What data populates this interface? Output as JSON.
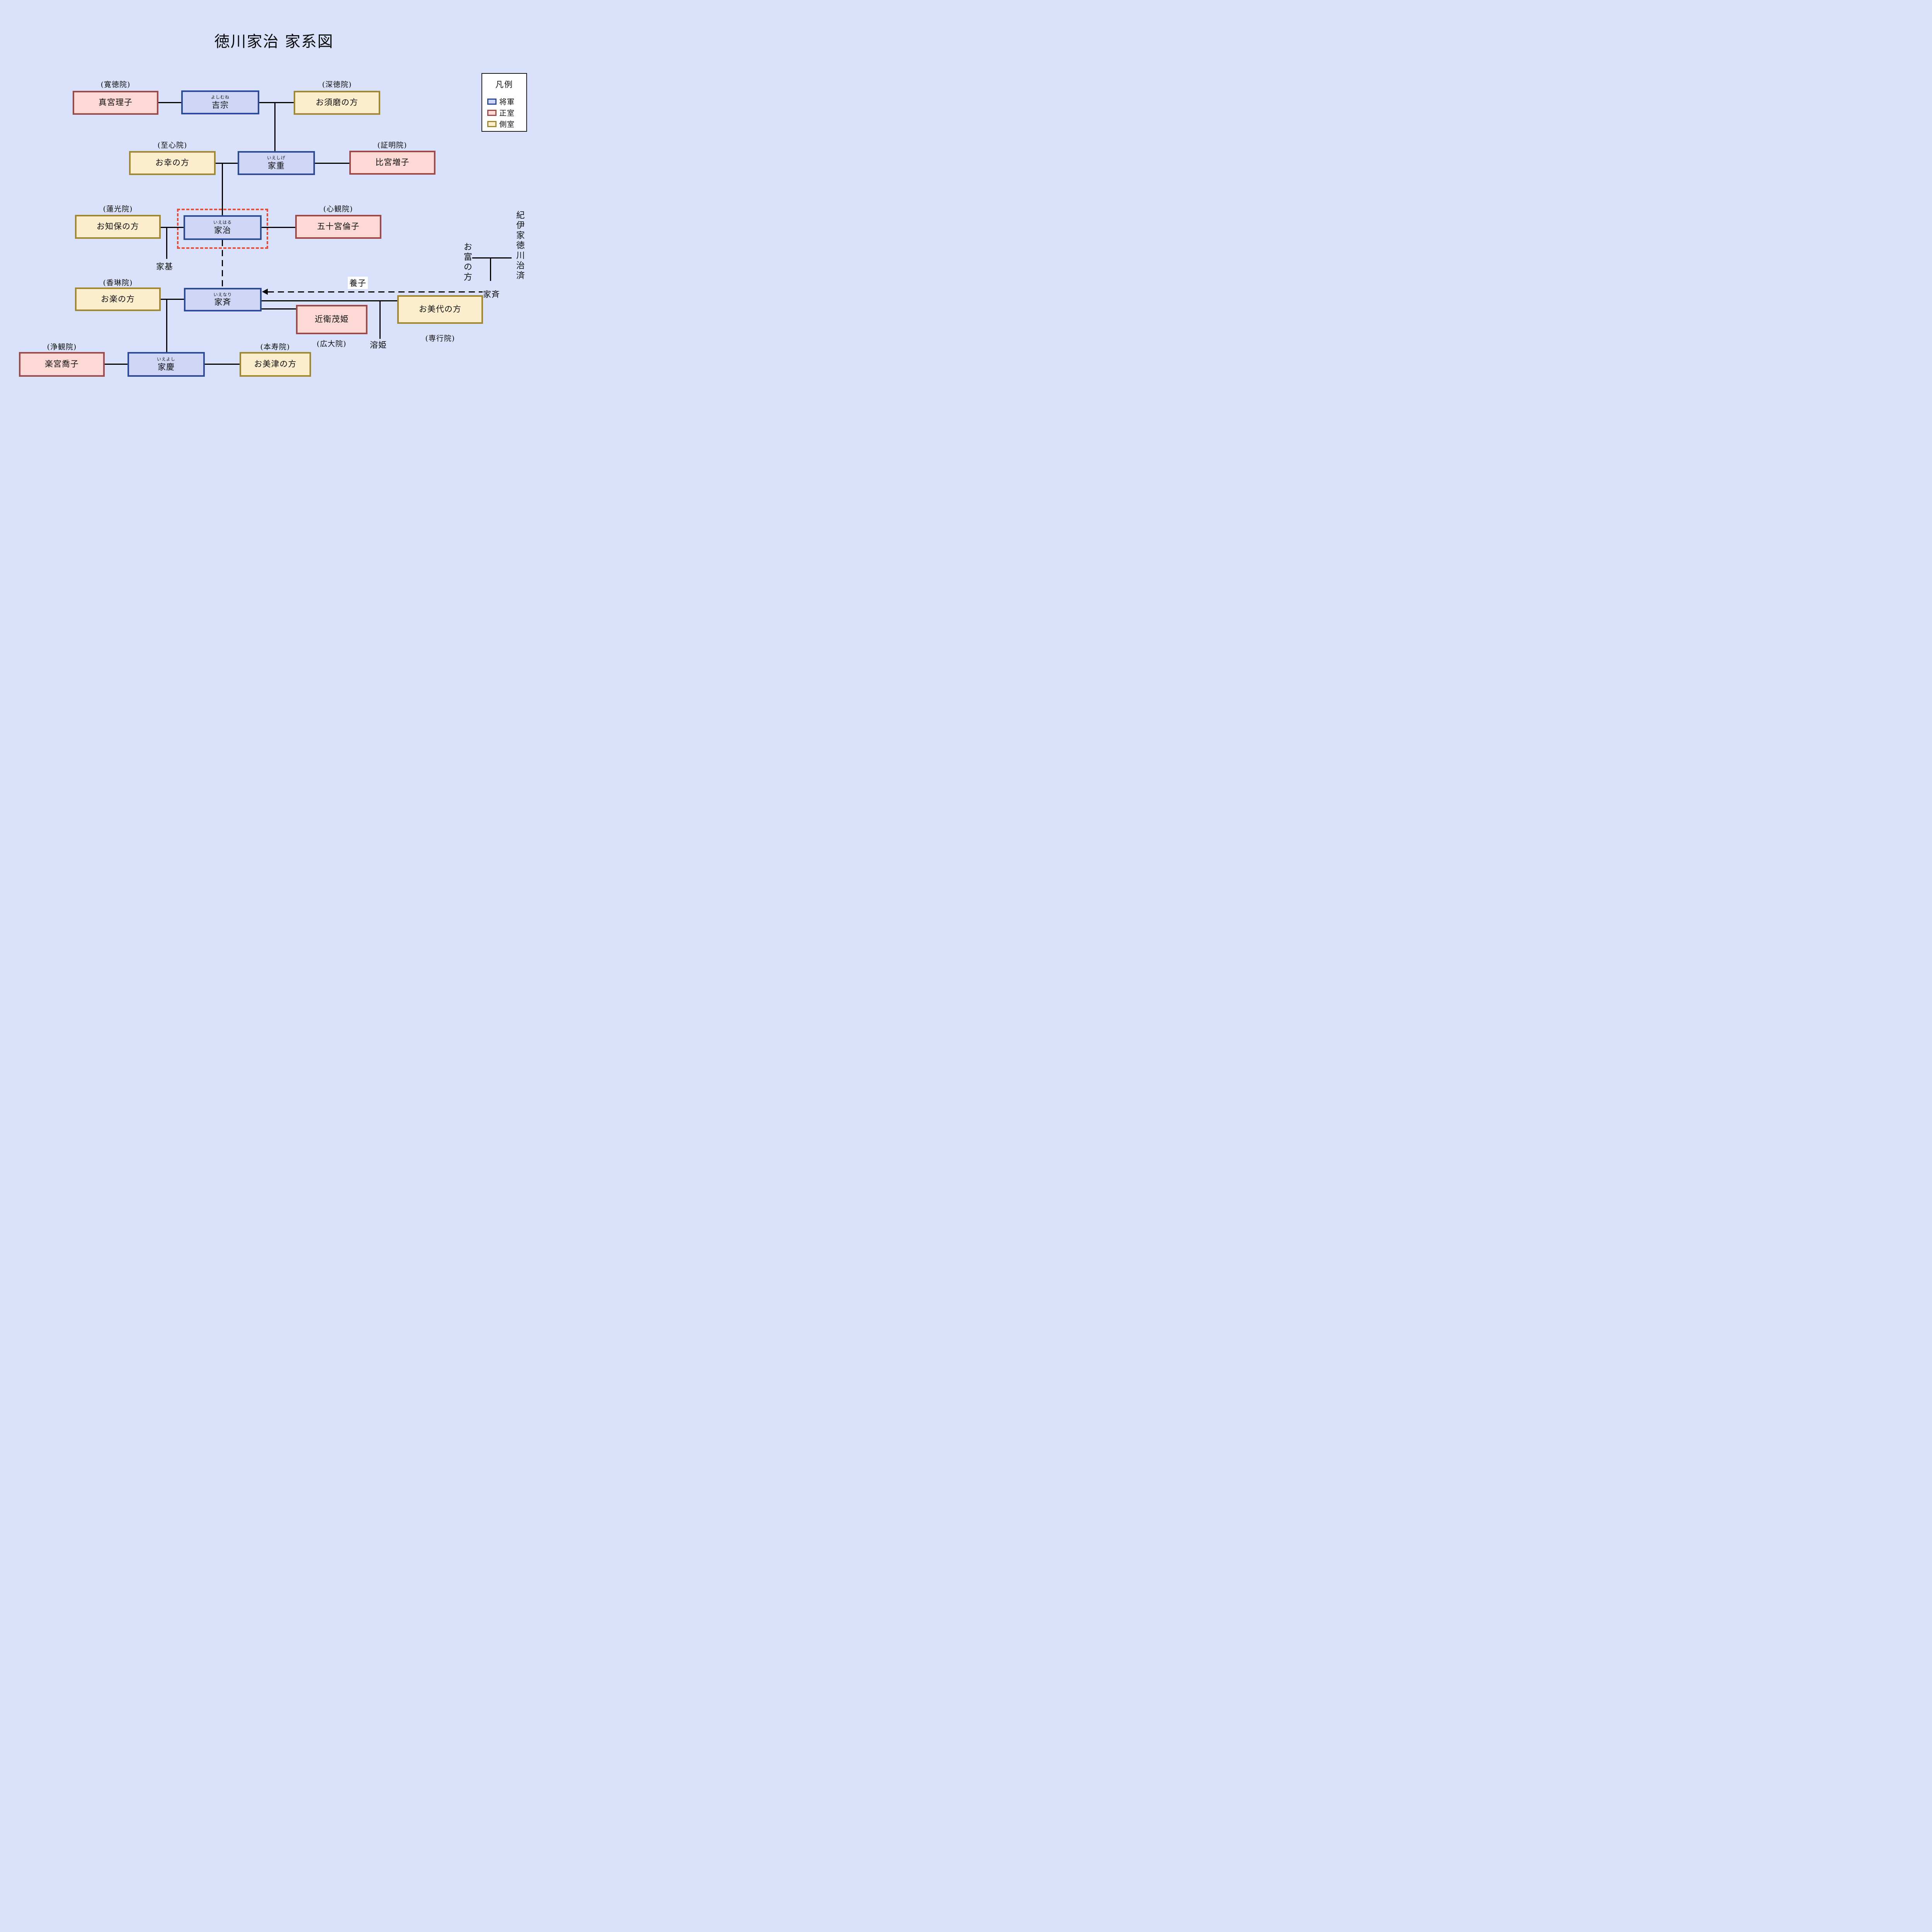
{
  "title": "徳川家治 家系図",
  "colors": {
    "background": "#d9e2fa",
    "shogun_fill": "#cfd5f5",
    "shogun_border": "#2a4a9d",
    "wife_fill": "#fdd9d6",
    "wife_border": "#9f4848",
    "concubine_fill": "#fcedcc",
    "concubine_border": "#a1872f",
    "highlight_dash": "#e74f3d"
  },
  "legend": {
    "title": "凡例",
    "items": [
      {
        "label": "将軍"
      },
      {
        "label": "正室"
      },
      {
        "label": "側室"
      }
    ]
  },
  "boxes": {
    "mamiya": {
      "name": "真宮理子",
      "kaimyo": "(寛徳院)"
    },
    "yoshimune": {
      "name": "吉宗",
      "furigana": "よしむね"
    },
    "osuma": {
      "name": "お須磨の方",
      "kaimyo": "(深徳院)"
    },
    "okou": {
      "name": "お幸の方",
      "kaimyo": "(至心院)"
    },
    "ieshige": {
      "name": "家重",
      "furigana": "いえしげ"
    },
    "hironomiya": {
      "name": "比宮増子",
      "kaimyo": "(証明院)"
    },
    "ochiho": {
      "name": "お知保の方",
      "kaimyo": "(蓮光院)"
    },
    "ieharu": {
      "name": "家治",
      "furigana": "いえはる"
    },
    "isonomiya": {
      "name": "五十宮倫子",
      "kaimyo": "(心観院)"
    },
    "oraku": {
      "name": "お楽の方",
      "kaimyo": "(香琳院)"
    },
    "ienari": {
      "name": "家斉",
      "furigana": "いえなり"
    },
    "konoe": {
      "name": "近衛茂姫",
      "kaimyo": "(広大院)"
    },
    "omiyo": {
      "name": "お美代の方",
      "kaimyo": "(専行院)"
    },
    "sakuranomiya": {
      "name": "楽宮喬子",
      "kaimyo": "(浄観院)"
    },
    "ieyoshi": {
      "name": "家慶",
      "furigana": "いえよし"
    },
    "omitsu": {
      "name": "お美津の方",
      "kaimyo": "(本寿院)"
    }
  },
  "annotations": {
    "iemoto": "家基",
    "youhime": "溶姫",
    "youshi": "養子",
    "ienari_kii": "家斉",
    "otomi": "お富の方",
    "kii_harusada": "紀伊家徳川治済"
  }
}
